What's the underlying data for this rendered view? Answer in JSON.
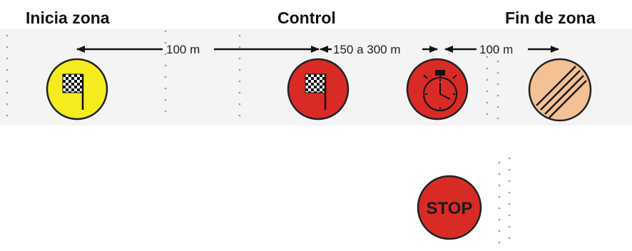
{
  "headings": {
    "start": "Inicia zona",
    "control": "Control",
    "end": "Fin de zona"
  },
  "distances": {
    "first": "100 m",
    "second": "150 a 300 m",
    "third": "100 m"
  },
  "signs": {
    "stop_text": "STOP",
    "colors": {
      "start": "#f4ec1e",
      "control": "#d92b26",
      "timer": "#d92b26",
      "end": "#f3c193",
      "stop": "#d92b26",
      "outline": "#222222"
    },
    "icons": [
      "checkered-flag-icon",
      "checkered-flag-icon",
      "stopwatch-icon",
      "end-of-zone-stripes-icon",
      "stop-sign-icon"
    ]
  }
}
